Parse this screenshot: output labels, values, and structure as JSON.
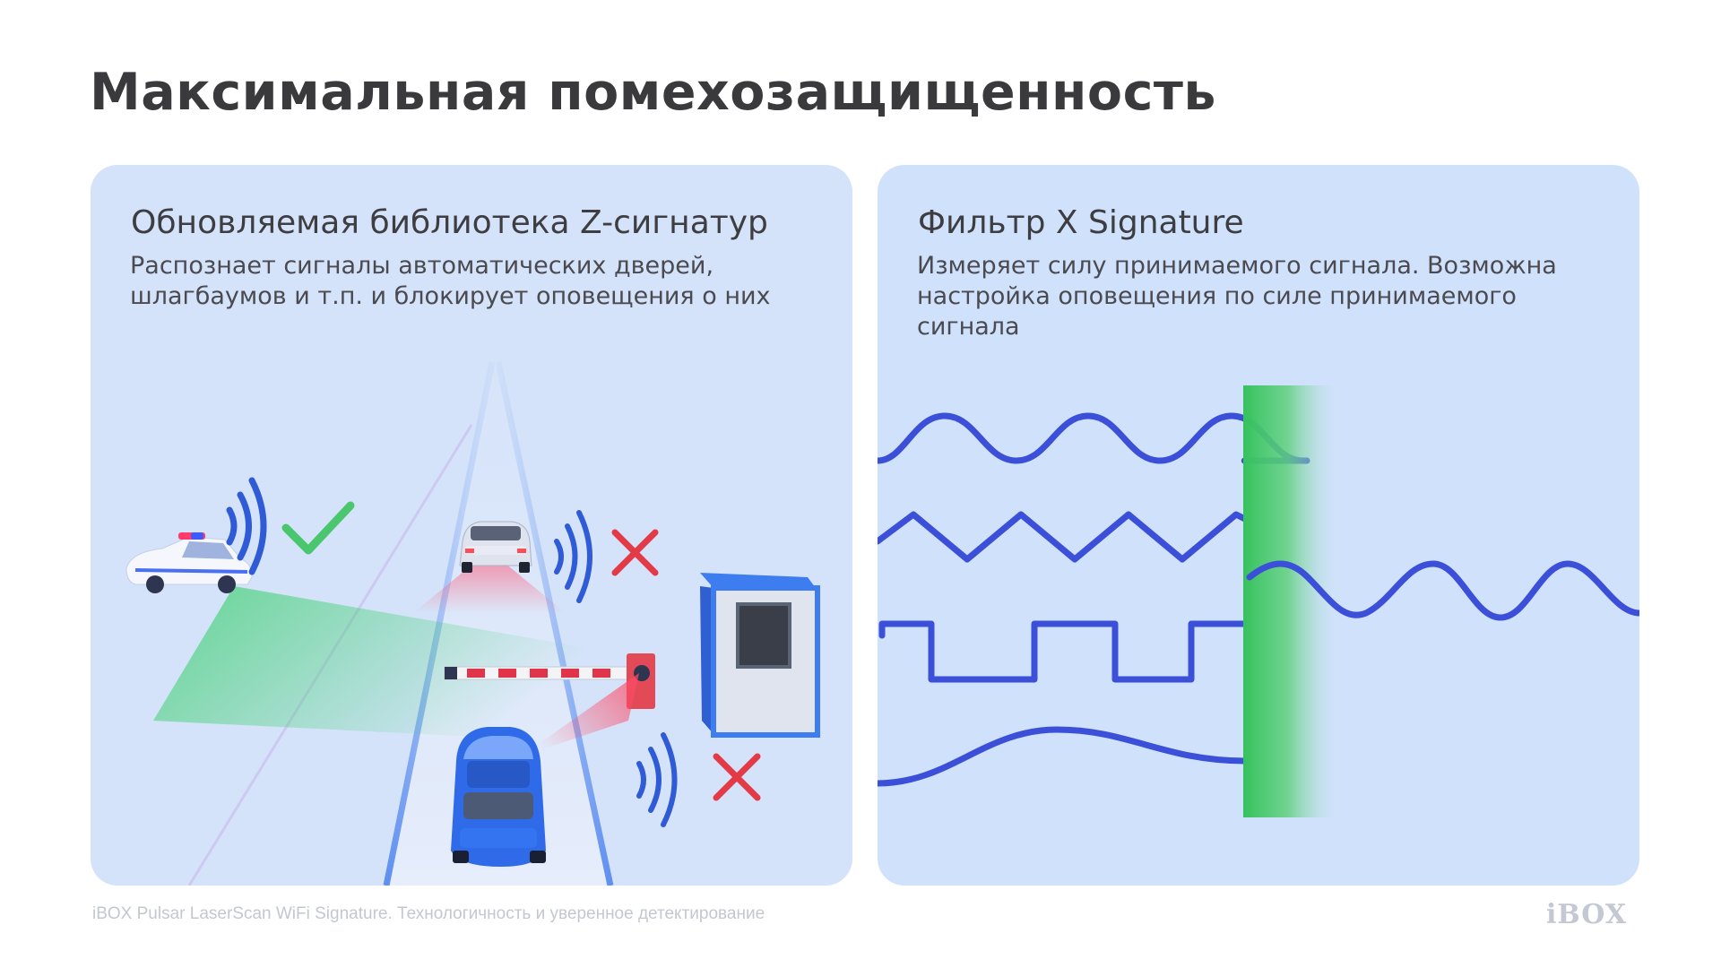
{
  "page": {
    "title": "Максимальная помехозащищенность"
  },
  "cards": {
    "left": {
      "heading": "Обновляемая библиотека Z-сигнатур",
      "description": "Распознает сигналы автоматических дверей, шлагбаумов и т.п. и блокирует оповещения о них"
    },
    "right": {
      "heading": "Фильтр X Signature",
      "description": "Измеряет силу принимаемого сигнала. Возможна настройка оповещения по силе принимаемого сигнала"
    }
  },
  "footer": {
    "text": "iBOX Pulsar LaserScan WiFi Signature. Технологичность и уверенное детектирование",
    "logo": "iBOX"
  },
  "colors": {
    "title": "#3a3a3c",
    "card_bg": "#d4e3f9",
    "wave": "#3f4fd6",
    "filter": "#3cbf62",
    "cross": "#e03a45",
    "check": "#46c16b"
  },
  "icons": [
    "signal-icon",
    "check-icon",
    "cross-icon"
  ]
}
